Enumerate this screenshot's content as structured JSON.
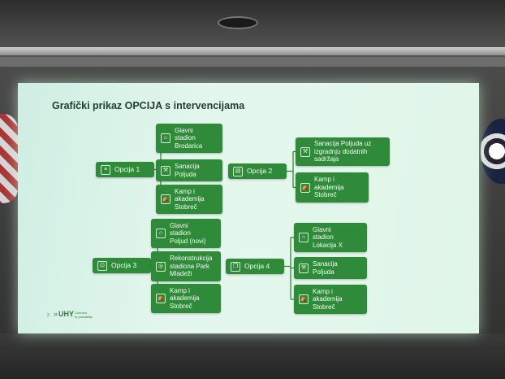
{
  "slide": {
    "title": "Grafički prikaz OPCIJA s intervencijama",
    "footer": {
      "page_number": "2",
      "logo_text": "UHY",
      "tagline_line1": "Connect",
      "tagline_line2": "to possibility"
    }
  },
  "colors": {
    "box_green": "#2f8a3a",
    "slide_bg": "#e0f6e8",
    "title_text": "#1f3f2e"
  },
  "options": [
    {
      "label": "Opcija 1",
      "icon": "list-icon",
      "items": [
        {
          "lines": [
            "Glavni",
            "stadion",
            "Brodarica"
          ],
          "icon": "stadium-icon"
        },
        {
          "lines": [
            "Sanacija",
            "Poljuda"
          ],
          "icon": "repair-icon"
        },
        {
          "lines": [
            "Kamp i",
            "akademija",
            "Stobreč"
          ],
          "icon": "camp-icon"
        }
      ]
    },
    {
      "label": "Opcija 2",
      "icon": "document-icon",
      "items": [
        {
          "lines": [
            "Sanacija Poljuda uz",
            "izgradnju dodatnih",
            "sadržaja"
          ],
          "icon": "repair-icon"
        },
        {
          "lines": [
            "Kamp i",
            "akademija",
            "Stobreč"
          ],
          "icon": "camp-icon"
        }
      ]
    },
    {
      "label": "Opcija 3",
      "icon": "map-icon",
      "items": [
        {
          "lines": [
            "Glavni",
            "stadion",
            "Poljud (novi)"
          ],
          "icon": "stadium-icon"
        },
        {
          "lines": [
            "Rekonstrukcija",
            "stadiona Park",
            "Mladeži"
          ],
          "icon": "stadium-round-icon"
        },
        {
          "lines": [
            "Kamp i",
            "akademija",
            "Stobreč"
          ],
          "icon": "camp-icon"
        }
      ]
    },
    {
      "label": "Opcija 4",
      "icon": "copy-icon",
      "items": [
        {
          "lines": [
            "Glavni",
            "stadion",
            "Lokacija X"
          ],
          "icon": "stadium-icon"
        },
        {
          "lines": [
            "Sanacija",
            "Poljuda"
          ],
          "icon": "repair-icon"
        },
        {
          "lines": [
            "Kamp i",
            "akademija",
            "Stobreč"
          ],
          "icon": "camp-icon"
        }
      ]
    }
  ]
}
